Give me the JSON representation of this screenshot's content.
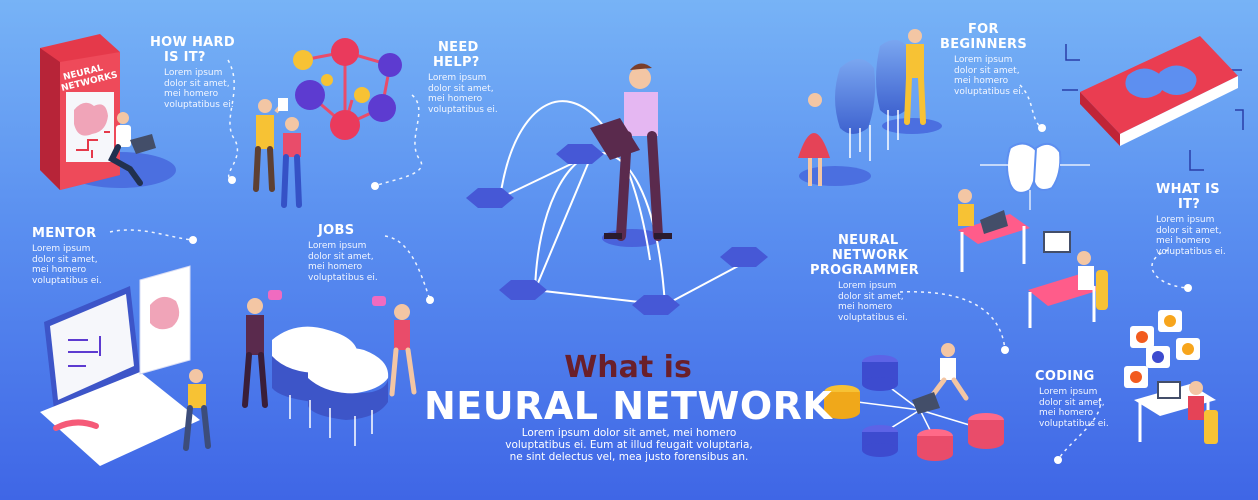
{
  "title": {
    "line1": "What is",
    "line2": "NEURAL NETWORK"
  },
  "intro": [
    "Lorem ipsum dolor sit amet, mei homero",
    "voluptatibus ei. Eum at illud feugait voluptaria,",
    "ne sint delectus vel, mea justo forensibus an."
  ],
  "sections": [
    {
      "heading": [
        "HOW HARD",
        "IS IT?"
      ],
      "body": [
        "Lorem ipsum",
        "dolor sit amet,",
        "mei homero",
        "voluptatibus ei."
      ]
    },
    {
      "heading": [
        "NEED",
        "HELP?"
      ],
      "body": [
        "Lorem ipsum",
        "dolor sit amet,",
        "mei homero",
        "voluptatibus ei."
      ]
    },
    {
      "heading": [
        "FOR",
        "BEGINNERS"
      ],
      "body": [
        "Lorem ipsum",
        "dolor sit amet,",
        "mei homero",
        "voluptatibus ei."
      ]
    },
    {
      "heading": [
        "MENTOR"
      ],
      "body": [
        "Lorem ipsum",
        "dolor sit amet,",
        "mei homero",
        "voluptatibus ei."
      ]
    },
    {
      "heading": [
        "JOBS"
      ],
      "body": [
        "Lorem ipsum",
        "dolor sit amet,",
        "mei homero",
        "voluptatibus ei."
      ]
    },
    {
      "heading": [
        "NEURAL",
        "NETWORK",
        "PROGRAMMER"
      ],
      "body": [
        "Lorem ipsum",
        "dolor sit amet,",
        "mei homero",
        "voluptatibus ei."
      ]
    },
    {
      "heading": [
        "WHAT IS",
        "IT?"
      ],
      "body": [
        "Lorem ipsum",
        "dolor sit amet,",
        "mei homero",
        "voluptatibus ei."
      ]
    },
    {
      "heading": [
        "CODING"
      ],
      "body": [
        "Lorem ipsum",
        "dolor sit amet,",
        "mei homero",
        "voluptatibus ei."
      ]
    }
  ],
  "book_label": [
    "NEURAL",
    "NETWORKS"
  ],
  "colors": {
    "background_top": "#77b3f6",
    "background_bottom": "#3f66e6",
    "title_dark": "#6a1f2a",
    "hexagon": "#4658d6",
    "book": "#ee4a5a",
    "brain": "#5f8fe8"
  }
}
